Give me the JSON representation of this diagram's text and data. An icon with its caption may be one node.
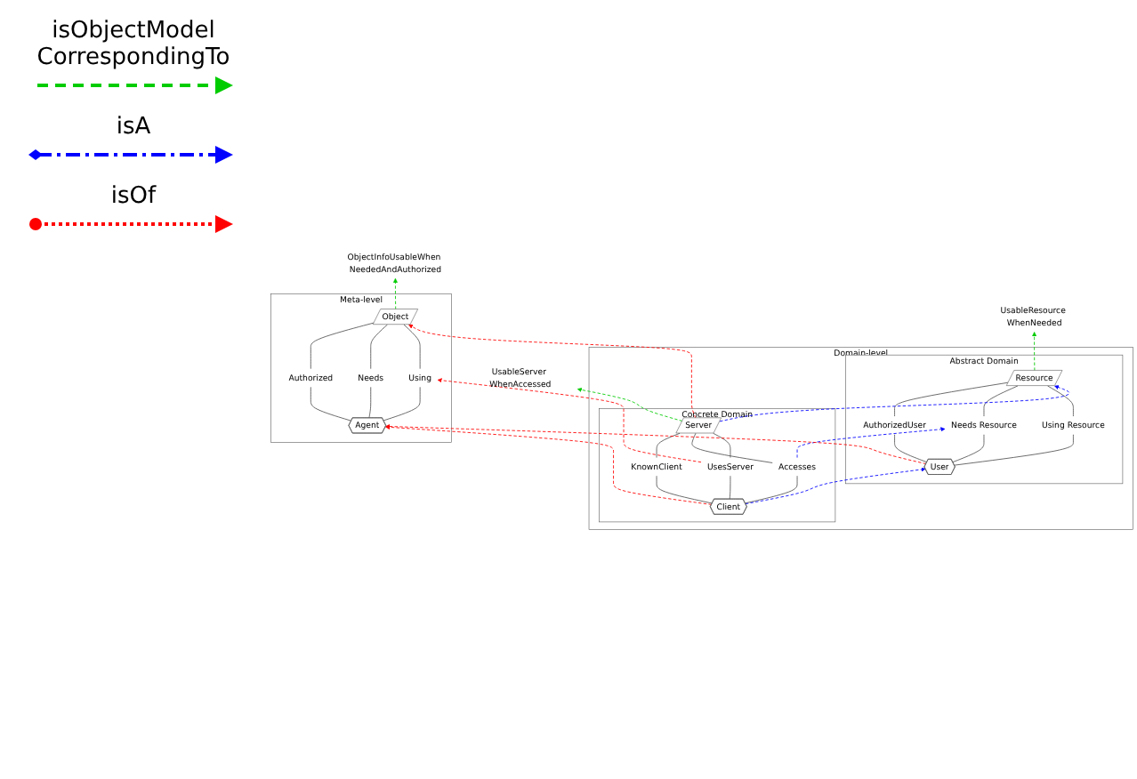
{
  "diagram": {
    "nodes": [
      {
        "text": [
          "ObjectInfoUsableWhen NeededAndAuthorized"
        ]
      },
      {
        "text": [
          "Meta-level"
        ]
      },
      {
        "text": [
          "Object"
        ],
        "in": 1
      },
      {
        "text": [
          "Authorized"
        ],
        "in": 1
      },
      {
        "text": [
          "Needs"
        ],
        "in": 1
      },
      {
        "text": [
          "Using"
        ],
        "in": 1
      },
      {
        "text": [
          "Agent"
        ],
        "in": 1
      },
      {
        "text": [
          "UsableResource WhenNeeded"
        ]
      },
      {
        "text": [
          "Domain-level"
        ]
      },
      {
        "text": [
          "Abstract Domain"
        ],
        "in": 8
      },
      {
        "text": [
          "Resource"
        ],
        "in": 9
      },
      {
        "text": [
          "AuthorizedUser"
        ],
        "in": 9
      },
      {
        "text": [
          "Needs Resource"
        ],
        "in": 9
      },
      {
        "text": [
          "Using Resource"
        ],
        "in": 9
      },
      {
        "text": [
          "User"
        ],
        "in": 9
      },
      {
        "text": [
          "Concrete Domain"
        ],
        "in": 8
      },
      {
        "text": [
          "Server"
        ],
        "in": 15
      },
      {
        "text": [
          "KnownClient"
        ],
        "in": 15
      },
      {
        "text": [
          "Accesses"
        ],
        "in": 15
      },
      {
        "text": [
          "UsesServer"
        ],
        "in": 15
      },
      {
        "text": [
          "Client"
        ],
        "in": 15
      },
      {
        "text": [
          "UsableServer WhenAccessed"
        ]
      }
    ],
    "edges": [
      {
        "from": 6,
        "to": 3,
        "arrow": "none"
      },
      {
        "from": 3,
        "to": 2,
        "arrow": "none"
      },
      {
        "from": 6,
        "to": 4,
        "arrow": "none"
      },
      {
        "from": 4,
        "to": 2,
        "arrow": "none"
      },
      {
        "from": 6,
        "to": 5,
        "arrow": "none"
      },
      {
        "from": 5,
        "to": 2,
        "arrow": "none"
      },
      {
        "from": 14,
        "to": 11,
        "arrow": "none"
      },
      {
        "from": 11,
        "to": 10,
        "arrow": "none"
      },
      {
        "from": 14,
        "to": 12,
        "arrow": "none"
      },
      {
        "from": 12,
        "to": 10,
        "arrow": "none"
      },
      {
        "from": 14,
        "to": 13,
        "arrow": "none"
      },
      {
        "from": 13,
        "to": 10,
        "arrow": "none"
      },
      {
        "from": 20,
        "to": 17,
        "arrow": "none"
      },
      {
        "from": 17,
        "to": 16,
        "arrow": "none"
      },
      {
        "from": 20,
        "to": 18,
        "arrow": "none"
      },
      {
        "from": 18,
        "to": 16,
        "arrow": "none"
      },
      {
        "from": 20,
        "to": 19,
        "arrow": "none"
      },
      {
        "from": 19,
        "to": 16,
        "arrow": "none"
      },
      {
        "from": 2,
        "to": 0,
        "arrow": "to",
        "style": "dashed",
        "color": "#00cc00"
      },
      {
        "from": 10,
        "to": 7,
        "arrow": "to",
        "style": "dashed",
        "color": "#00cc00"
      },
      {
        "from": 16,
        "to": 21,
        "arrow": "to",
        "style": "dashed",
        "color": "#00cc00"
      },
      {
        "from": 16,
        "to": 10,
        "arrow": "to",
        "style": "dashed",
        "color": "#0000ff"
      },
      {
        "from": 18,
        "to": 12,
        "arrow": "to",
        "style": "dashed",
        "color": "#0000ff"
      },
      {
        "from": 20,
        "to": 14,
        "arrow": "to",
        "style": "dashed",
        "color": "#0000ff"
      },
      {
        "from": 14,
        "to": 6,
        "arrow": "to",
        "style": "dashed",
        "color": "#ff0000"
      },
      {
        "from": 20,
        "to": 6,
        "arrow": "to",
        "style": "dashed",
        "color": "#ff0000"
      },
      {
        "from": 16,
        "to": 2,
        "arrow": "to",
        "style": "dashed",
        "color": "#ff0000"
      },
      {
        "from": 19,
        "to": 5,
        "arrow": "to",
        "style": "dashed",
        "color": "#ff0000"
      }
    ],
    "legend": [
      {
        "text": "isObjectModel CorrespondingTo"
      },
      {
        "text": "isA"
      },
      {
        "text": "isOf"
      }
    ]
  }
}
